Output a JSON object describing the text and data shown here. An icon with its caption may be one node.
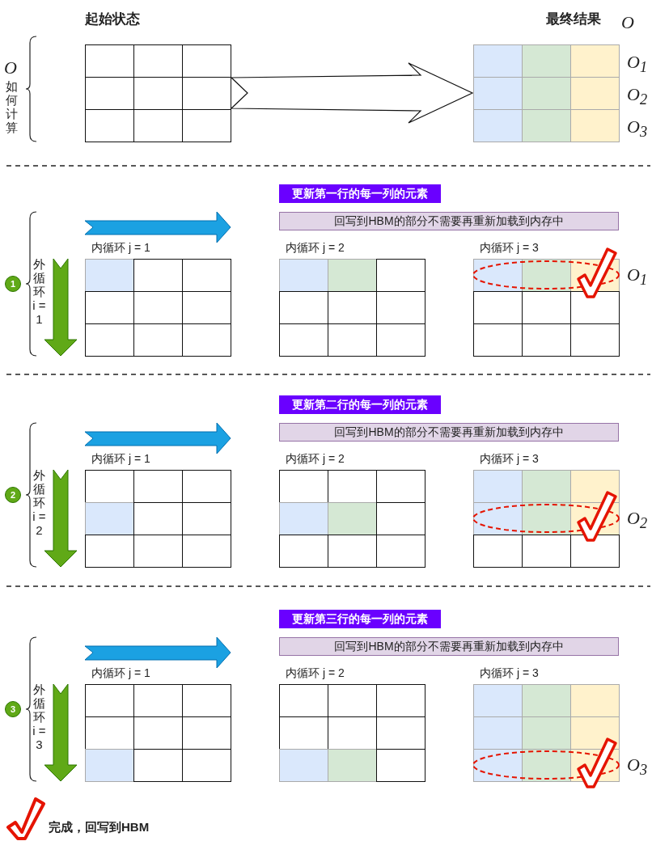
{
  "diagram": {
    "nodes": [
      {
        "text": [
          "起始状态"
        ]
      },
      {
        "text": [
          "最终结果"
        ],
        "beside": [
          "O",
          "O$_{1}$",
          "O$_{2}$",
          "O$_{3}$"
        ]
      },
      {
        "text": [
          "更新第一行的每一列的元素"
        ]
      },
      {
        "text": [
          "回写到HBM的部分不需要再重新加载到内存中"
        ]
      },
      {
        "text": [
          "内循环 j = 1"
        ]
      },
      {
        "text": [
          "内循环 j = 2"
        ]
      },
      {
        "text": [
          "内循环 j = 3"
        ],
        "beside": [
          "O$_{1}$"
        ]
      },
      {
        "text": [
          "更新第二行的每一列的元素"
        ]
      },
      {
        "text": [
          "回写到HBM的部分不需要再重新加载到内存中"
        ]
      },
      {
        "text": [
          "内循环 j = 1"
        ]
      },
      {
        "text": [
          "内循环 j = 2"
        ]
      },
      {
        "text": [
          "内循环 j = 3"
        ],
        "beside": [
          "O$_{2}$"
        ]
      },
      {
        "text": [
          "更新第三行的每一列的元素"
        ]
      },
      {
        "text": [
          "回写到HBM的部分不需要再重新加载到内存中"
        ]
      },
      {
        "text": [
          "内循环 j = 1"
        ]
      },
      {
        "text": [
          "内循环 j = 2"
        ]
      },
      {
        "text": [
          "内循环 j = 3"
        ],
        "beside": [
          "O$_{3}$"
        ]
      }
    ],
    "edges": [
      {
        "from": 0,
        "to": 1,
        "arrow": "to"
      }
    ],
    "labels": [
      "O",
      "如何计算",
      "1",
      "外循环 i = 1",
      "2",
      "外循环 i = 2",
      "3",
      "外循环 i = 3"
    ],
    "legend": [
      {
        "text": "完成，回写到HBM"
      }
    ]
  }
}
